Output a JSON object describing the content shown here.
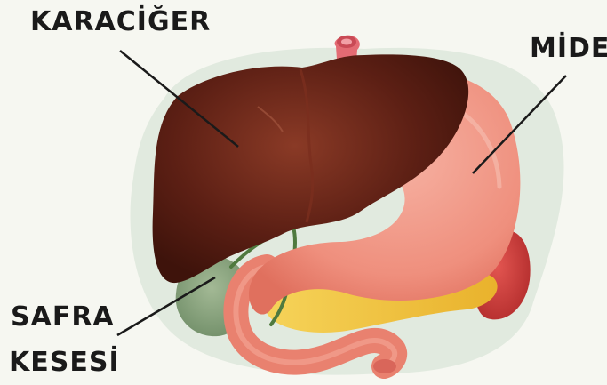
{
  "labels": {
    "liver": "KARACİĞER",
    "stomach": "MİDE",
    "gallbladder_line1": "SAFRA",
    "gallbladder_line2": "KESESİ"
  },
  "colors": {
    "background": "#f6f7f1",
    "halo": "#d9e6d8",
    "liver": "#5c1f14",
    "liver_highlight": "#8a3a26",
    "stomach": "#ef8f7d",
    "stomach_highlight": "#f6b2a3",
    "intestine": "#e9816f",
    "pancreas": "#f2c23d",
    "spleen": "#c73a38",
    "gallbladder": "#7d9a74",
    "bile_duct": "#4f7a3f",
    "esophagus": "#e36b73",
    "pointer_line": "#1a1a1a"
  }
}
